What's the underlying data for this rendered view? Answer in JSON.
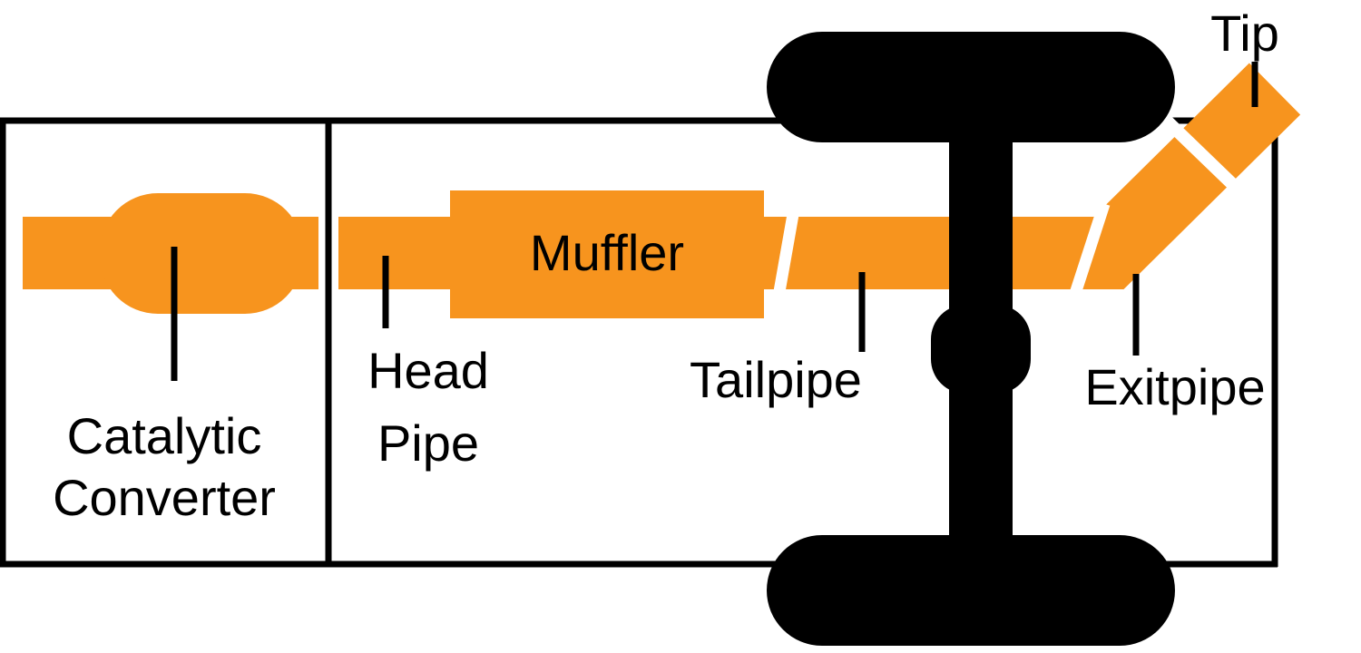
{
  "diagram": {
    "labels": {
      "catalytic_line1": "Catalytic",
      "catalytic_line2": "Converter",
      "head_line1": "Head",
      "head_line2": "Pipe",
      "muffler": "Muffler",
      "tailpipe": "Tailpipe",
      "exitpipe": "Exitpipe",
      "tip": "Tip"
    },
    "colors": {
      "pipe": "#F7941E",
      "outline": "#000000",
      "gap": "#FFFFFF",
      "background": "#FFFFFF"
    }
  }
}
